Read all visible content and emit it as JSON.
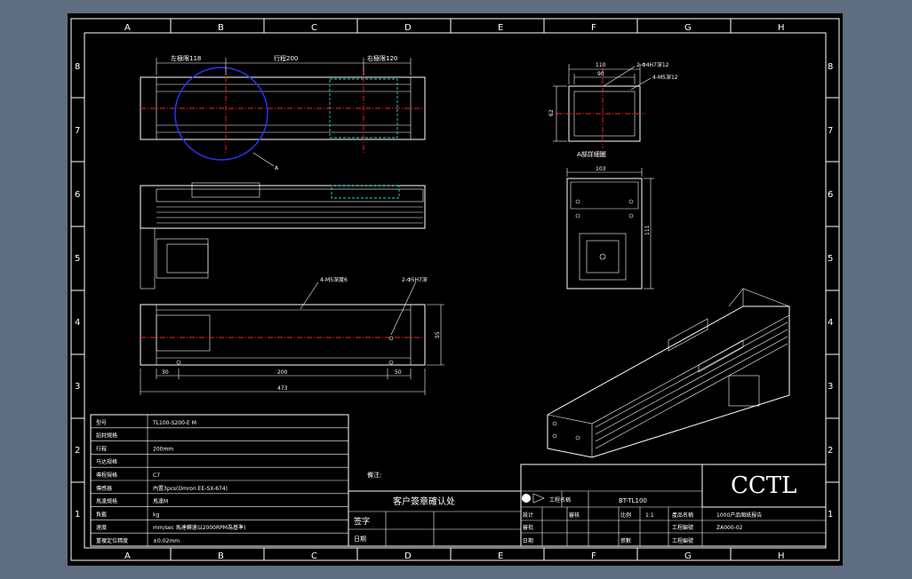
{
  "frame": {
    "columns": [
      "A",
      "B",
      "C",
      "D",
      "E",
      "F",
      "G",
      "H"
    ],
    "rows": [
      "8",
      "7",
      "6",
      "5",
      "4",
      "3",
      "2",
      "1"
    ]
  },
  "top_view": {
    "dim_left": "左極限118",
    "dim_stroke": "行程200",
    "dim_right": "右極限120",
    "detail_marker": "A"
  },
  "front_view": {
    "callout_1": "4-M5深度6",
    "callout_2": "2-Φ5H7深",
    "dim_a": "30",
    "dim_b": "200",
    "dim_c": "50",
    "dim_total": "473",
    "dim_height": "55"
  },
  "detail_view": {
    "width_label": "110",
    "inner_width": "90",
    "note_1": "2-Φ4H7深12",
    "note_2": "4-M5深12",
    "height_label": "62",
    "title": "A部詳細圖"
  },
  "end_view": {
    "width_label": "103",
    "height_label": "111"
  },
  "spec_table": {
    "rows": [
      {
        "label": "型号",
        "value": "TL100-S200-E M"
      },
      {
        "label": "鋁材規格",
        "value": ""
      },
      {
        "label": "行程",
        "value": "200mm"
      },
      {
        "label": "马达规格",
        "value": ""
      },
      {
        "label": "導程規格",
        "value": "C7"
      },
      {
        "label": "傳感器",
        "value": "內置3pcs(Omron EE-SX-674)"
      },
      {
        "label": "馬達規格",
        "value": "馬達M"
      },
      {
        "label": "負載",
        "value": "kg"
      },
      {
        "label": "速度",
        "value": "mm/sec 馬達轉速以2000RPM為基準)"
      },
      {
        "label": "重複定位精度",
        "value": "±0.02mm"
      }
    ]
  },
  "notes": {
    "remark_label": "備注:",
    "confirm_title": "客户簽章確认处",
    "sign_label": "签字",
    "date_label": "日期"
  },
  "title_block": {
    "logo_text": "CCTL",
    "company_label": "工程名稱",
    "drawing_title": "BT-TL100",
    "designer_label": "設计",
    "checker_label": "審核",
    "approver_label": "審批",
    "date_label": "日期",
    "scale_label": "比例",
    "scale_value": "1:1",
    "sheet_label": "張數",
    "project_label": "產品名稱",
    "product_value": "1000产品图纸报告",
    "number_label": "工程編號",
    "number_value": "ZA000-02",
    "date_code_label": "工程編號"
  }
}
